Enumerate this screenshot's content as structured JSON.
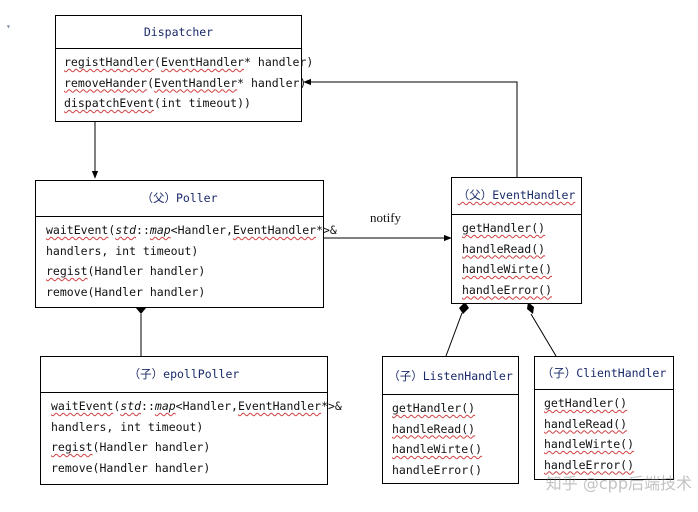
{
  "dispatcher": {
    "title": "Dispatcher",
    "methods": [
      [
        "registHandler",
        "(",
        "EventHandler",
        "* handler)"
      ],
      [
        "removeHander",
        "(",
        "EventHandler",
        "* handler)"
      ],
      [
        "dispatchEvent",
        "(int timeout))",
        "",
        ""
      ]
    ]
  },
  "poller": {
    "title": "（父）Poller",
    "methods": [
      [
        "waitEvent",
        "(",
        "std",
        "::",
        "map",
        "<Handler,",
        "EventHandler",
        "*>&"
      ],
      [
        "handlers, int timeout)"
      ],
      [
        "regist",
        "(Handler handler)"
      ],
      [
        "remove",
        "(Handler handler)"
      ]
    ]
  },
  "epoll_poller": {
    "title": "（子）epollPoller",
    "methods": [
      [
        "waitEvent",
        "(",
        "std",
        "::",
        "map",
        "<Handler,",
        "EventHandler",
        "*>&"
      ],
      [
        "handlers, int timeout)"
      ],
      [
        "regist",
        "(Handler handler)"
      ],
      [
        "remove",
        "(Handler handler)"
      ]
    ]
  },
  "event_handler": {
    "title": "（父）EventHandler",
    "methods": [
      "getHandler()",
      "handleRead()",
      "handleWirte()",
      "handleError()"
    ]
  },
  "listen_handler": {
    "title": "（子）ListenHandler",
    "methods": [
      "getHandler()",
      "handleRead()",
      "handleWirte()",
      "handleError()"
    ]
  },
  "client_handler": {
    "title": "（子）ClientHandler",
    "methods": [
      "getHandler()",
      "handleRead()",
      "handleWirte()",
      "handleError()"
    ]
  },
  "notify_label": "notify",
  "watermark": "知乎 @cpp后端技术"
}
